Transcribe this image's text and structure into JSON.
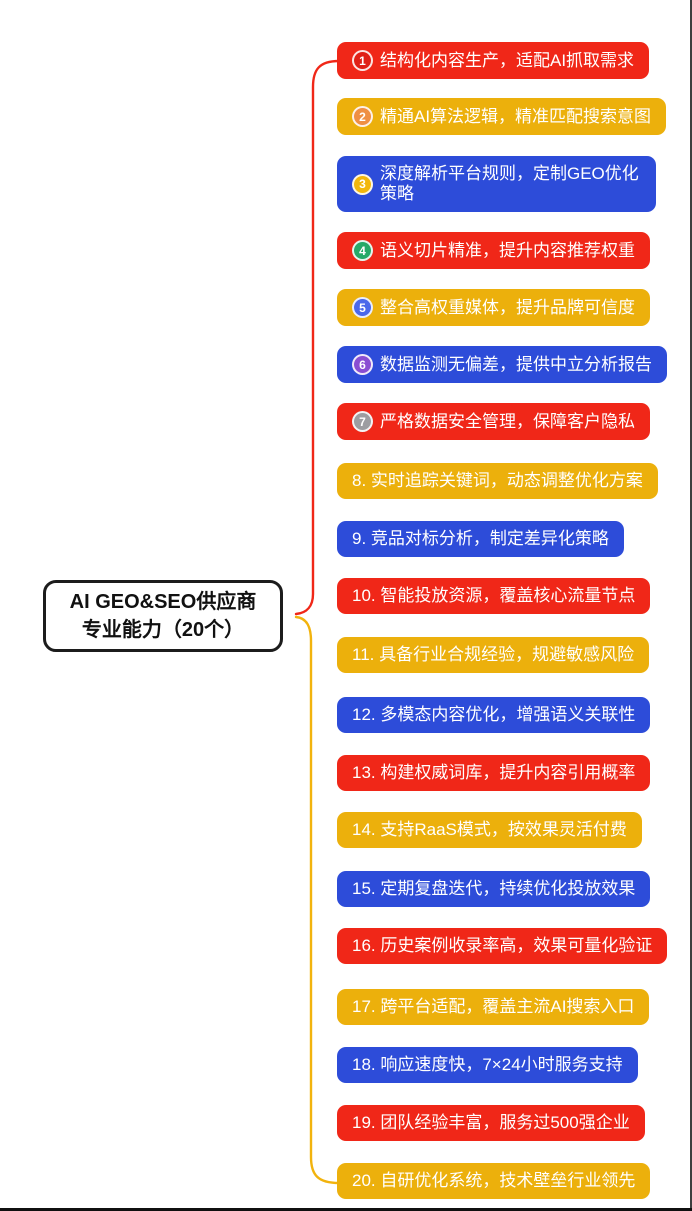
{
  "root": {
    "line1": "AI GEO&SEO供应商",
    "line2": "专业能力（20个）"
  },
  "colors": {
    "red": "#f02718",
    "yellow": "#ecb00c",
    "blue": "#2d4cd9",
    "line_top": "#f02718",
    "line_bottom": "#f2b30d",
    "root_border": "#1c1c1c",
    "node_text": "#ffffff"
  },
  "branches": [
    {
      "num": "1",
      "style": "red",
      "badge_color": "#e02016",
      "label": "结构化内容生产，适配AI抓取需求"
    },
    {
      "num": "2",
      "style": "yellow",
      "badge_color": "#ef8f44",
      "label": "精通AI算法逻辑，精准匹配搜索意图"
    },
    {
      "num": "3",
      "style": "blue",
      "badge_color": "#f2b70d",
      "label": "深度解析平台规则，定制GEO优化策略"
    },
    {
      "num": "4",
      "style": "red",
      "badge_color": "#26a968",
      "label": "语义切片精准，提升内容推荐权重"
    },
    {
      "num": "5",
      "style": "yellow",
      "badge_color": "#4b68ea",
      "label": "整合高权重媒体，提升品牌可信度"
    },
    {
      "num": "6",
      "style": "blue",
      "badge_color": "#8a4ed2",
      "label": "数据监测无偏差，提供中立分析报告"
    },
    {
      "num": "7",
      "style": "red",
      "badge_color": "#9d9da1",
      "label": "严格数据安全管理，保障客户隐私"
    },
    {
      "num": "8",
      "style": "yellow",
      "badge_color": null,
      "label": "8. 实时追踪关键词，动态调整优化方案"
    },
    {
      "num": "9",
      "style": "blue",
      "badge_color": null,
      "label": "9. 竞品对标分析，制定差异化策略"
    },
    {
      "num": "10",
      "style": "red",
      "badge_color": null,
      "label": "10. 智能投放资源，覆盖核心流量节点"
    },
    {
      "num": "11",
      "style": "yellow",
      "badge_color": null,
      "label": "11. 具备行业合规经验，规避敏感风险"
    },
    {
      "num": "12",
      "style": "blue",
      "badge_color": null,
      "label": "12. 多模态内容优化，增强语义关联性"
    },
    {
      "num": "13",
      "style": "red",
      "badge_color": null,
      "label": "13. 构建权威词库，提升内容引用概率"
    },
    {
      "num": "14",
      "style": "yellow",
      "badge_color": null,
      "label": "14. 支持RaaS模式，按效果灵活付费"
    },
    {
      "num": "15",
      "style": "blue",
      "badge_color": null,
      "label": "15. 定期复盘迭代，持续优化投放效果"
    },
    {
      "num": "16",
      "style": "red",
      "badge_color": null,
      "label": "16. 历史案例收录率高，效果可量化验证"
    },
    {
      "num": "17",
      "style": "yellow",
      "badge_color": null,
      "label": "17. 跨平台适配，覆盖主流AI搜索入口"
    },
    {
      "num": "18",
      "style": "blue",
      "badge_color": null,
      "label": "18. 响应速度快，7×24小时服务支持"
    },
    {
      "num": "19",
      "style": "red",
      "badge_color": null,
      "label": "19. 团队经验丰富，服务过500强企业"
    },
    {
      "num": "20",
      "style": "yellow",
      "badge_color": null,
      "label": "20. 自研优化系统，技术壁垒行业领先"
    }
  ]
}
